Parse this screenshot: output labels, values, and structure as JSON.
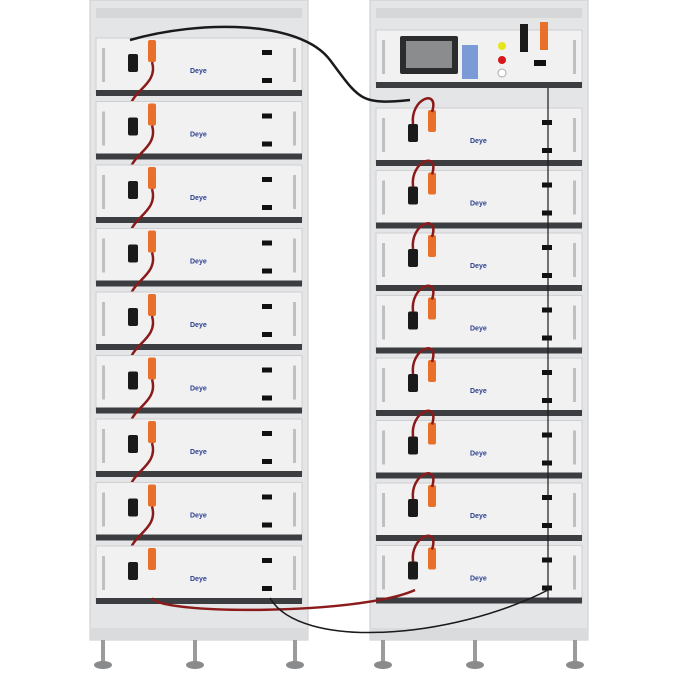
{
  "brand": {
    "logo_text": "Deye"
  },
  "left_rack": {
    "module_count": 9
  },
  "right_rack": {
    "module_count": 8,
    "has_control_box": true
  },
  "colors": {
    "frame": "#e4e5e7",
    "module": "#f1f1f2",
    "connector": "#e8702a",
    "cable_red": "#8b1a1a",
    "cable_black": "#1a1a1a",
    "screen": "#8a8c8e"
  }
}
